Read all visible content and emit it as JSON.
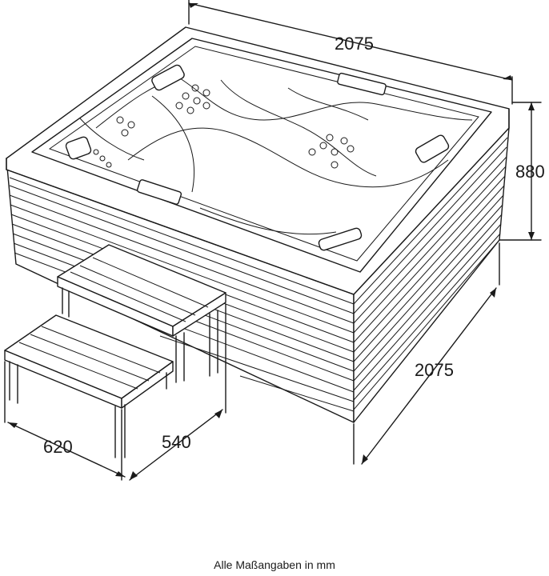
{
  "dimensions": {
    "top_width": "2075",
    "height": "880",
    "side_depth": "2075",
    "step_width": "620",
    "step_depth": "540"
  },
  "caption": "Alle Maßangaben in mm",
  "icons": [
    "hot-tub-drawing",
    "step-stool-drawing"
  ],
  "colors": {
    "line": "#1a1a1a",
    "background": "#ffffff"
  }
}
